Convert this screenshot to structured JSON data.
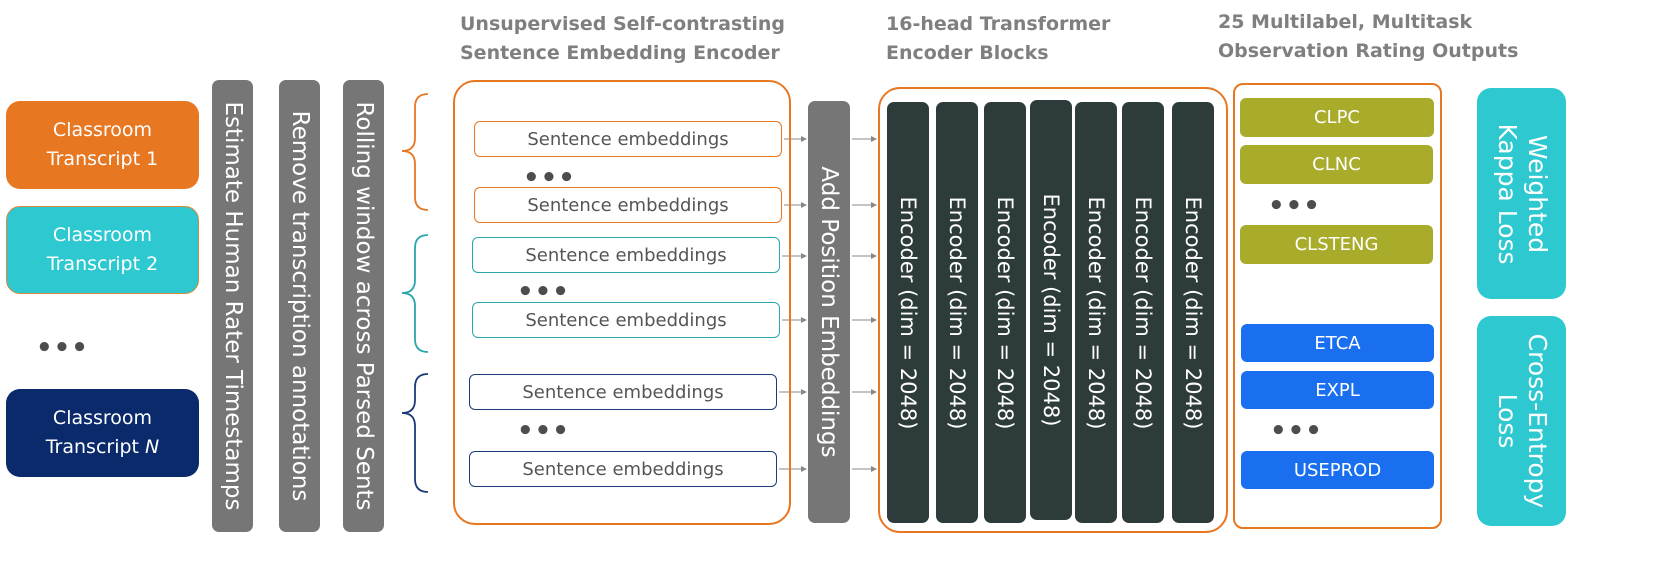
{
  "headings": {
    "encoder_line1": "Unsupervised Self-contrasting",
    "encoder_line2": "Sentence Embedding Encoder",
    "transformer_line1": "16-head Transformer",
    "transformer_line2": "Encoder Blocks",
    "outputs_line1": "25 Multilabel, Multitask",
    "outputs_line2": "Observation Rating Outputs"
  },
  "transcripts": {
    "t1_line1": "Classroom",
    "t1_line2": "Transcript 1",
    "t2_line1": "Classroom",
    "t2_line2": "Transcript 2",
    "tn_line1": "Classroom",
    "tn_line2_prefix": "Transcript ",
    "tn_line2_var": "N",
    "ellipsis": "•••"
  },
  "preprocessing": {
    "step1": "Estimate Human Rater Timestamps",
    "step2": "Remove transcription annotations",
    "step3": "Rolling window across Parsed Sents"
  },
  "sentence_embeddings": {
    "label": "Sentence embeddings",
    "ellipsis": "•••"
  },
  "position_embeddings": "Add Position Embeddings",
  "encoder_block_label": "Encoder (dim = 2048)",
  "outputs": {
    "kappa_group": [
      "CLPC",
      "CLNC",
      "CLSTENG"
    ],
    "ce_group": [
      "ETCA",
      "EXPL",
      "USEPROD"
    ],
    "ellipsis": "•••"
  },
  "losses": {
    "kappa_line1": "Weighted",
    "kappa_line2": "Kappa Loss",
    "ce_line1": "Cross-Entropy",
    "ce_line2": "Loss"
  },
  "colors": {
    "orange": "#e87722",
    "teal": "#2ec8d0",
    "navy": "#0b2a6b",
    "gray_bar": "#767676",
    "encoder_dark": "#2e3b3b",
    "olive": "#a9ab2b",
    "blue": "#1a6ff0",
    "sent_teal_border": "#2aa6ad",
    "sent_navy_border": "#1c3a7a"
  }
}
